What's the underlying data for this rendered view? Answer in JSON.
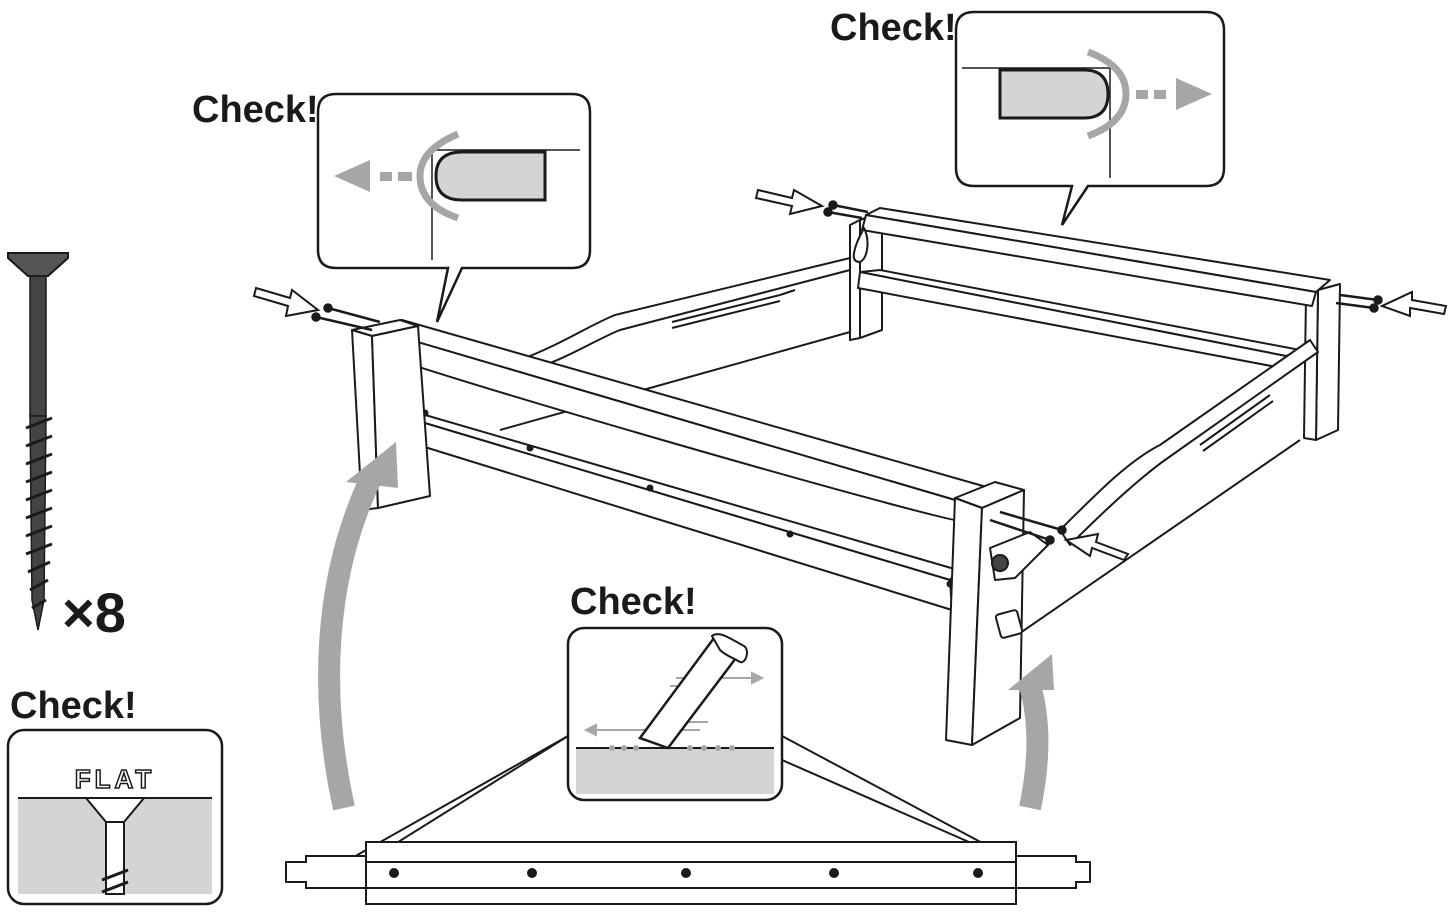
{
  "callouts": {
    "left": "Check!",
    "top_right": "Check!",
    "bottom": "Check!",
    "screw": "Check!"
  },
  "screw_quantity": "×8",
  "flat_label": "FLAT",
  "colors": {
    "line": "#1a1a1a",
    "gray_arrow": "#a6a6a6",
    "panel_fill": "#d4d4d4",
    "background": "#ffffff"
  }
}
